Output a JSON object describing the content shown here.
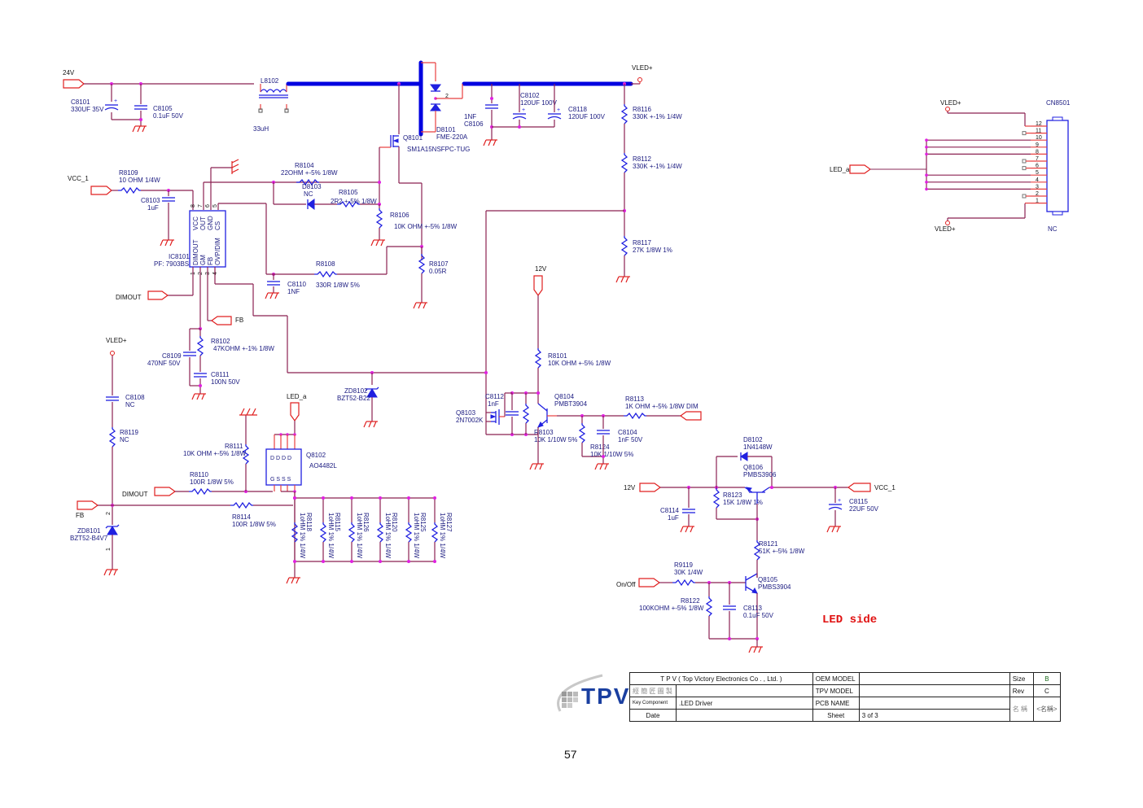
{
  "page_number": "57",
  "section_label": "LED side",
  "nets": {
    "v24": "24V",
    "vled": "VLED+",
    "vcc1": "VCC_1",
    "v12": "12V",
    "dimout": "DIMOUT",
    "fb": "FB",
    "led_a": "LED_a",
    "dim": "DIM",
    "onoff": "On/Off"
  },
  "components": {
    "C8101": {
      "ref": "C8101",
      "value": "330UF 35V"
    },
    "C8105": {
      "ref": "C8105",
      "value": "0.1uF 50V"
    },
    "L8102": {
      "ref": "L8102",
      "value": "33uH"
    },
    "D8101": {
      "ref": "D8101",
      "value": "FME-220A"
    },
    "Q8101": {
      "ref": "Q8101",
      "value": "SM1A15NSFPC-TUG"
    },
    "C8106": {
      "ref": "C8106",
      "value": "1NF"
    },
    "C8102": {
      "ref": "C8102",
      "value": "120UF 100V"
    },
    "C8118": {
      "ref": "C8118",
      "value": "120UF 100V"
    },
    "R8116": {
      "ref": "R8116",
      "value": "330K +-1% 1/4W"
    },
    "R8112": {
      "ref": "R8112",
      "value": "330K +-1% 1/4W"
    },
    "R8117": {
      "ref": "R8117",
      "value": "27K 1/8W 1%"
    },
    "R8109": {
      "ref": "R8109",
      "value": "10 OHM 1/4W"
    },
    "C8103": {
      "ref": "C8103",
      "value": "1uF"
    },
    "R8104": {
      "ref": "R8104",
      "value": "22OHM +-5% 1/8W"
    },
    "D8103": {
      "ref": "D8103",
      "value": "NC"
    },
    "R8105": {
      "ref": "R8105",
      "value": "2R2 +-5% 1/8W"
    },
    "R8106": {
      "ref": "R8106",
      "value": "10K OHM +-5% 1/8W"
    },
    "R8107": {
      "ref": "R8107",
      "value": "0.05R"
    },
    "R8108": {
      "ref": "R8108",
      "value": "330R 1/8W 5%"
    },
    "C8110": {
      "ref": "C8110",
      "value": "1NF"
    },
    "IC8101": {
      "ref": "IC8101",
      "value": "PF: 7903BS",
      "pins_top": [
        "VCC",
        "OUT",
        "GND",
        "CS"
      ],
      "pins_bottom": [
        "DIMOUT",
        "GM",
        "FB",
        "OVP/DIM"
      ]
    },
    "R8102": {
      "ref": "R8102",
      "value": "47KOHM +-1% 1/8W"
    },
    "C8109": {
      "ref": "C8109",
      "value": "470NF 50V"
    },
    "C8111": {
      "ref": "C8111",
      "value": "100N 50V"
    },
    "ZD8102": {
      "ref": "ZD8102",
      "value": "BZT52-B22"
    },
    "C8108": {
      "ref": "C8108",
      "value": "NC"
    },
    "R8119": {
      "ref": "R8119",
      "value": "NC"
    },
    "ZD8101": {
      "ref": "ZD8101",
      "value": "BZT52-B4V7"
    },
    "R8111": {
      "ref": "R8111",
      "value": "10K OHM +-5% 1/8W"
    },
    "R8110": {
      "ref": "R8110",
      "value": "100R 1/8W 5%"
    },
    "R8114": {
      "ref": "R8114",
      "value": "100R 1/8W 5%"
    },
    "Q8102": {
      "ref": "Q8102",
      "value": "AO4482L"
    },
    "R8118": {
      "ref": "R8118",
      "value": "1oHM 1% 1/4W"
    },
    "R8115": {
      "ref": "R8115",
      "value": "1oHM 1% 1/4W"
    },
    "R8126": {
      "ref": "R8126",
      "value": "1oHM 1% 1/4W"
    },
    "R8120": {
      "ref": "R8120",
      "value": "1oHM 1% 1/4W"
    },
    "R8125": {
      "ref": "R8125",
      "value": "1oHM 1% 1/4W"
    },
    "R8127": {
      "ref": "R8127",
      "value": "1oHM 1% 1/4W"
    },
    "R8101": {
      "ref": "R8101",
      "value": "10K OHM +-5% 1/8W"
    },
    "Q8104": {
      "ref": "Q8104",
      "value": "PMBT3904"
    },
    "Q8103": {
      "ref": "Q8103",
      "value": "2N7002K"
    },
    "C8112": {
      "ref": "C8112",
      "value": "1nF"
    },
    "R8103": {
      "ref": "R8103",
      "value": "10K 1/10W 5%"
    },
    "R8124": {
      "ref": "R8124",
      "value": "10K 1/10W 5%"
    },
    "C8104": {
      "ref": "C8104",
      "value": "1nF 50V"
    },
    "R8113": {
      "ref": "R8113",
      "value": "1K OHM +-5% 1/8W"
    },
    "D8102": {
      "ref": "D8102",
      "value": "1N4148W"
    },
    "Q8106": {
      "ref": "Q8106",
      "value": "PMBS3906"
    },
    "R8123": {
      "ref": "R8123",
      "value": "15K 1/8W 1%"
    },
    "C8114": {
      "ref": "C8114",
      "value": "1uF"
    },
    "C8115": {
      "ref": "C8115",
      "value": "22UF 50V"
    },
    "R8121": {
      "ref": "R8121",
      "value": "51K +-5% 1/8W"
    },
    "R9119": {
      "ref": "R9119",
      "value": "30K 1/4W"
    },
    "Q8105": {
      "ref": "Q8105",
      "value": "PMBS3904"
    },
    "R8122": {
      "ref": "R8122",
      "value": "100KOHM +-5% 1/8W"
    },
    "C8113": {
      "ref": "C8113",
      "value": "0.1uF 50V"
    },
    "CN8501": {
      "ref": "CN8501",
      "value": "NC",
      "pins": [
        "12",
        "11",
        "10",
        "9",
        "8",
        "7",
        "6",
        "5",
        "4",
        "3",
        "2",
        "1"
      ]
    }
  },
  "title_block": {
    "company": "T P V  ( Top   Victory   Electronics   Co . ,  Ltd. )",
    "row2_label": "經 簡 匠 圖 製",
    "key_component_label": "Key Component",
    "key_component_value": ".LED Driver",
    "date_label": "Date",
    "oem_model_label": "OEM MODEL",
    "tpv_model_label": "TPV MODEL",
    "pcb_name_label": "PCB NAME",
    "sheet_label": "Sheet",
    "sheet_value": "3   of   3",
    "size_label": "Size",
    "size_value": "B",
    "rev_label": "Rev",
    "rev_value": "C",
    "name_label": "名 稱",
    "name_value": "<名稱>",
    "logo_text": "TPV"
  }
}
